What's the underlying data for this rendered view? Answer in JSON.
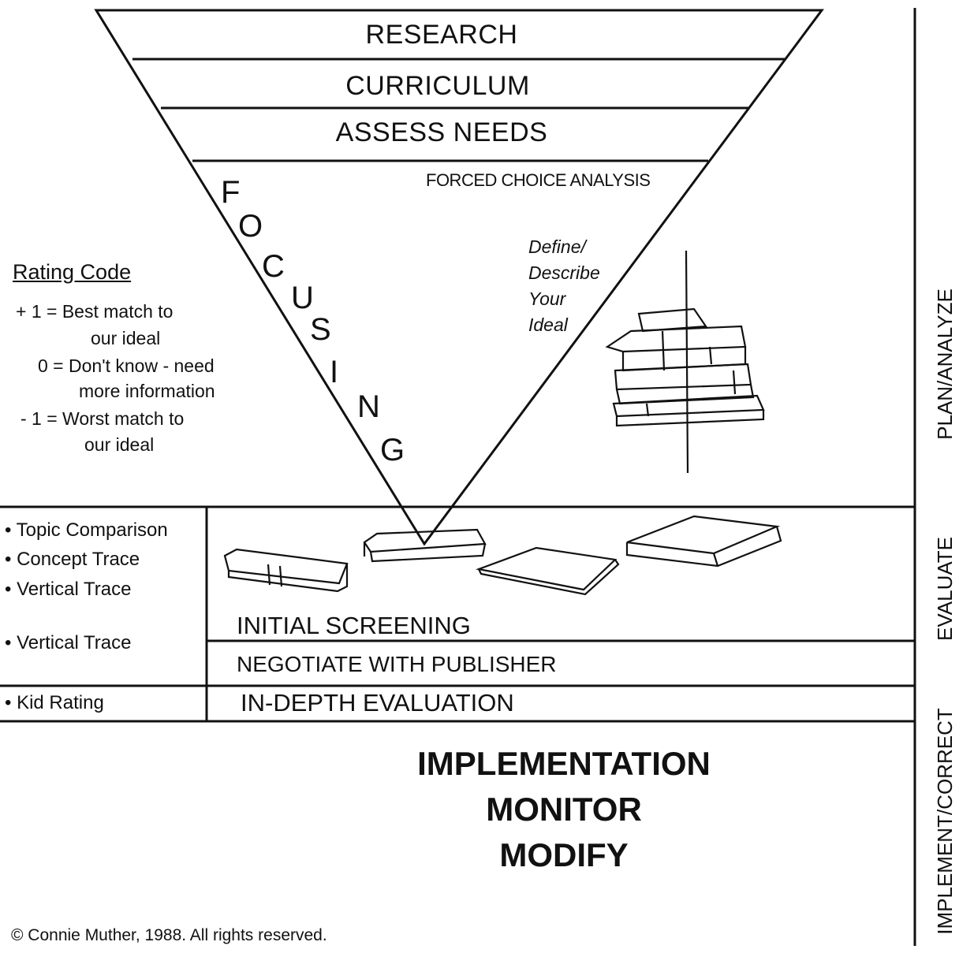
{
  "funnel_bands": [
    "RESEARCH",
    "CURRICULUM",
    "ASSESS NEEDS"
  ],
  "forced_choice": "FORCED CHOICE ANALYSIS",
  "focusing_letters": [
    "F",
    "O",
    "C",
    "U",
    "S",
    "I",
    "N",
    "G"
  ],
  "define_lines": [
    "Define/",
    "Describe",
    "Your",
    "Ideal"
  ],
  "rating": {
    "title": "Rating Code",
    "lines": [
      "+ 1 = Best match to",
      "our ideal",
      "0 = Don't know - need",
      "more information",
      "- 1 = Worst match to",
      "our ideal"
    ]
  },
  "left_items": [
    "• Topic Comparison",
    "• Concept Trace",
    "• Vertical Trace",
    "• Vertical Trace",
    "• Kid Rating"
  ],
  "stages": {
    "initial": "INITIAL SCREENING",
    "negotiate": "NEGOTIATE WITH PUBLISHER",
    "indepth": "IN-DEPTH EVALUATION"
  },
  "implementation": [
    "IMPLEMENTATION",
    "MONITOR",
    "MODIFY"
  ],
  "phases": [
    "PLAN/ANALYZE",
    "EVALUATE",
    "IMPLEMENT/CORRECT"
  ],
  "copyright": "© Connie Muther, 1988. All rights reserved."
}
